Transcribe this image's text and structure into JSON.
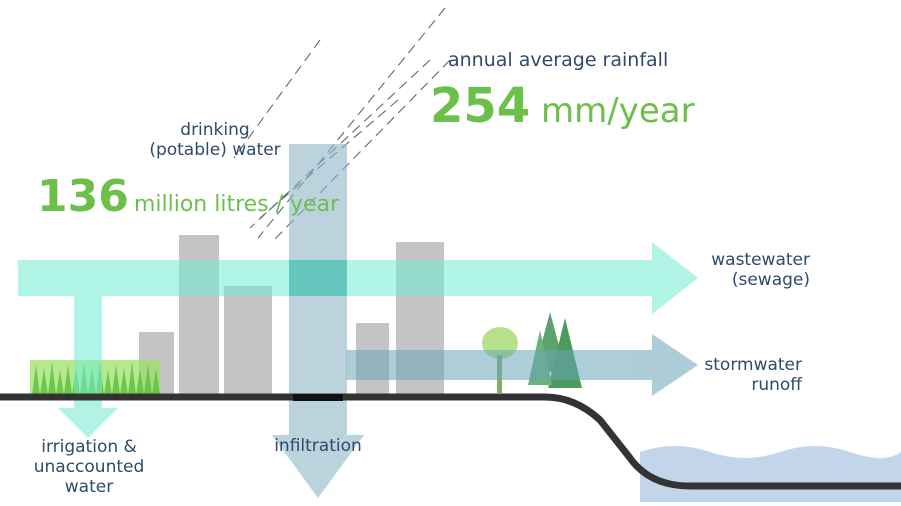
{
  "rainfall": {
    "label": "annual average rainfall",
    "value": "254",
    "unit": "mm/year"
  },
  "drinking_water": {
    "label_line1": "drinking",
    "label_line2": "(potable) water",
    "value": "136",
    "unit": "million litres / year"
  },
  "wastewater": {
    "label_line1": "wastewater",
    "label_line2": "(sewage)"
  },
  "stormwater": {
    "label_line1": "stormwater",
    "label_line2": "runoff"
  },
  "irrigation": {
    "label_line1": "irrigation &",
    "label_line2": "unaccounted",
    "label_line3": "water"
  },
  "infiltration": {
    "label": "infiltration"
  },
  "colors": {
    "accent_green": "#6cc04a",
    "text_blue": "#2f4a6a",
    "wastewater_flow": "#8ef0d8",
    "potable_flow": "#9fbfcf",
    "stormwater_flow": "#7fb2c2",
    "building_gray": "#c4c4c4",
    "ground": "#333333",
    "water_body": "#c3d5ea"
  }
}
